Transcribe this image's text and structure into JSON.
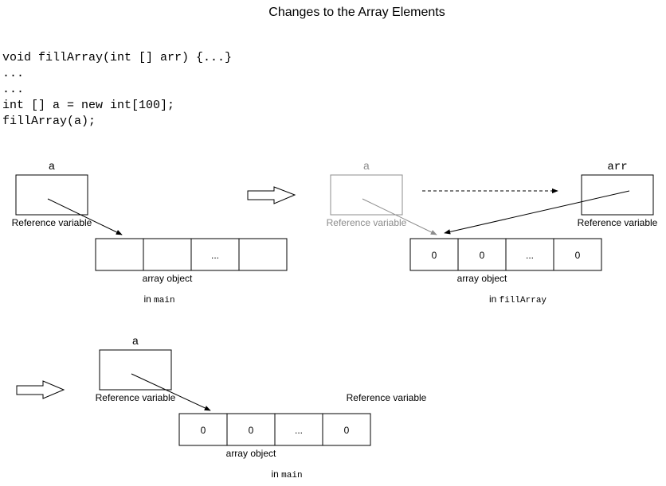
{
  "title": "Changes to the Array Elements",
  "code": [
    "void fillArray(int [] arr) {...}",
    "...",
    "...",
    "int [] a = new int[100];",
    "fillArray(a);"
  ],
  "colors": {
    "normal": "#000000",
    "faded": "#8c8c8c"
  },
  "step1": {
    "var_name": "a",
    "ref_label": "Reference variable",
    "cells": [
      "",
      "",
      "...",
      ""
    ],
    "array_label": "array object",
    "scope_prefix": "in",
    "scope_name": "main"
  },
  "step2": {
    "var_a_name": "a",
    "var_a_label": "Reference variable",
    "var_arr_name": "arr",
    "var_arr_label": "Reference variable",
    "cells": [
      "0",
      "0",
      "...",
      "0"
    ],
    "array_label": "array object",
    "scope_prefix": "in",
    "scope_name": "fillArray"
  },
  "step3": {
    "var_name": "a",
    "ref_label": "Reference variable",
    "extra_label": "Reference variable",
    "cells": [
      "0",
      "0",
      "...",
      "0"
    ],
    "array_label": "array object",
    "scope_prefix": "in",
    "scope_name": "main"
  }
}
